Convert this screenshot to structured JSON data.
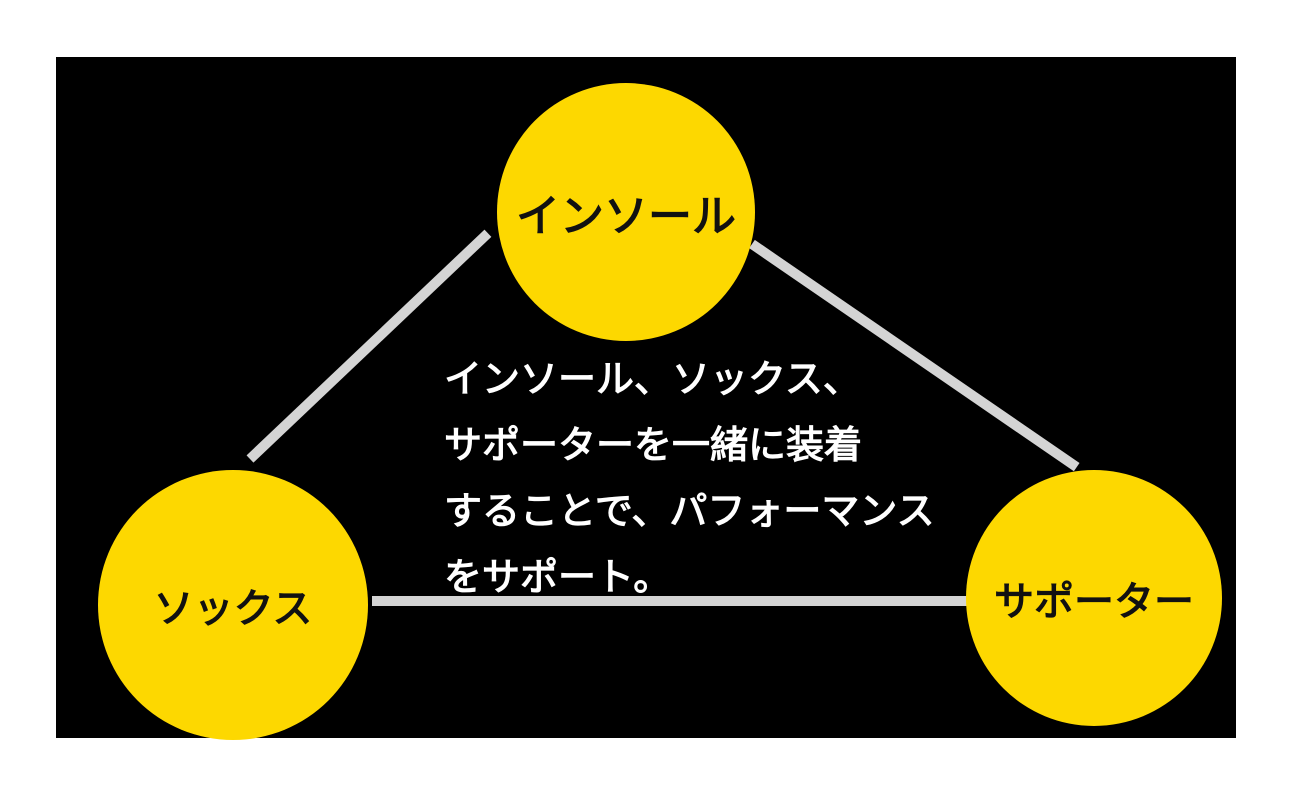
{
  "diagram": {
    "nodes": {
      "top": {
        "label": "インソール"
      },
      "left": {
        "label": "ソックス"
      },
      "right": {
        "label": "サポーター"
      }
    },
    "description_lines": [
      "インソール、ソックス、",
      "サポーターを一緒に装着",
      "することで、パフォーマンス",
      "をサポート。"
    ]
  },
  "colors": {
    "background": "#000000",
    "node_fill": "#fdd800",
    "connector": "#d4d4d4",
    "text_light": "#ffffff",
    "text_dark": "#111111"
  }
}
